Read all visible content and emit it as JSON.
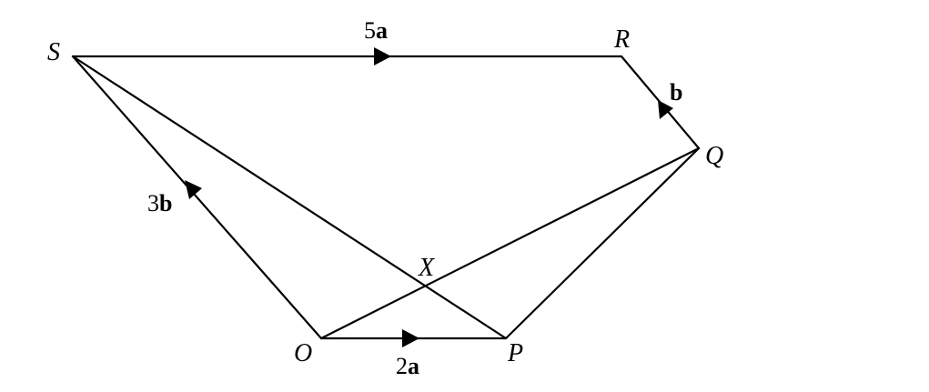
{
  "points": {
    "S": "S",
    "R": "R",
    "Q": "Q",
    "X": "X",
    "O": "O",
    "P": "P"
  },
  "vectors": {
    "SR": {
      "coef": "5",
      "vec": "a"
    },
    "QR": {
      "coef": "",
      "vec": "b"
    },
    "OS": {
      "coef": "3",
      "vec": "b"
    },
    "OP": {
      "coef": "2",
      "vec": "a"
    }
  }
}
